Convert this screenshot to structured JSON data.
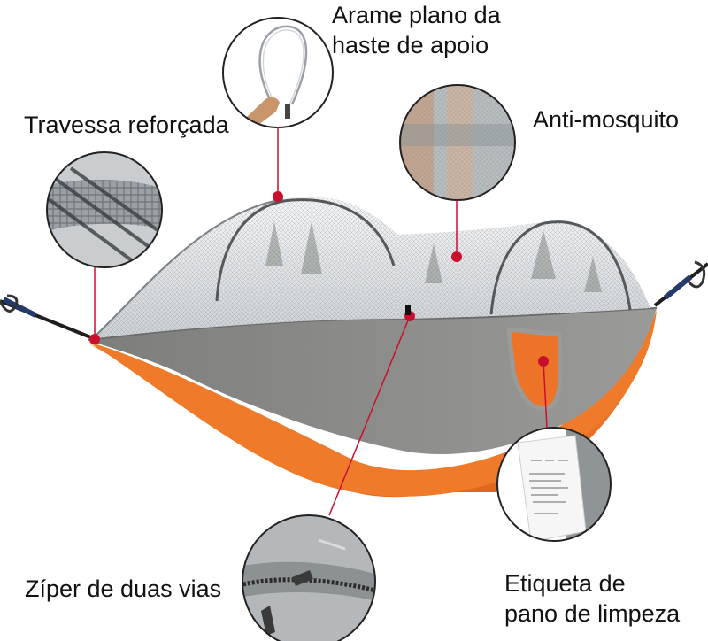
{
  "labels": {
    "arame_line1": "Arame plano da",
    "arame_line2": "haste de apoio",
    "travessa": "Travessa reforçada",
    "anti_mosquito": "Anti-mosquito",
    "ziper": "Zíper de duas vias",
    "etiqueta_line1": "Etiqueta de",
    "etiqueta_line2": "pano de limpeza"
  },
  "colors": {
    "hammock_orange": "#f07a2c",
    "hammock_gray": "#8b8c8a",
    "net_white": "#e8ebee",
    "pointer_red": "#c8102e",
    "circle_border": "#222222"
  }
}
